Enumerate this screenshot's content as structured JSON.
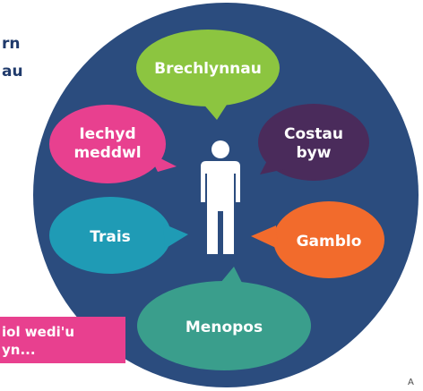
{
  "side_fragments": {
    "top_line_1": "rn",
    "top_line_2": "au",
    "pink_line_1": "iol wedi'u",
    "pink_line_2": "yn..."
  },
  "corner_text": "A",
  "diagram": {
    "circle_color": "#2b4c7e",
    "center_icon": "person-icon",
    "bubbles": [
      {
        "id": "brechlynnau",
        "lines": [
          "Brechlynnau"
        ],
        "color": "#8cc540"
      },
      {
        "id": "costau-byw",
        "lines": [
          "Costau",
          "byw"
        ],
        "color": "#4a2b5b"
      },
      {
        "id": "gamblo",
        "lines": [
          "Gamblo"
        ],
        "color": "#f26b2c"
      },
      {
        "id": "menopos",
        "lines": [
          "Menopos"
        ],
        "color": "#3a9e8c"
      },
      {
        "id": "trais",
        "lines": [
          "Trais"
        ],
        "color": "#1f9bb5"
      },
      {
        "id": "iechyd-meddwl",
        "lines": [
          "Iechyd",
          "meddwl"
        ],
        "color": "#e8408f"
      }
    ]
  }
}
